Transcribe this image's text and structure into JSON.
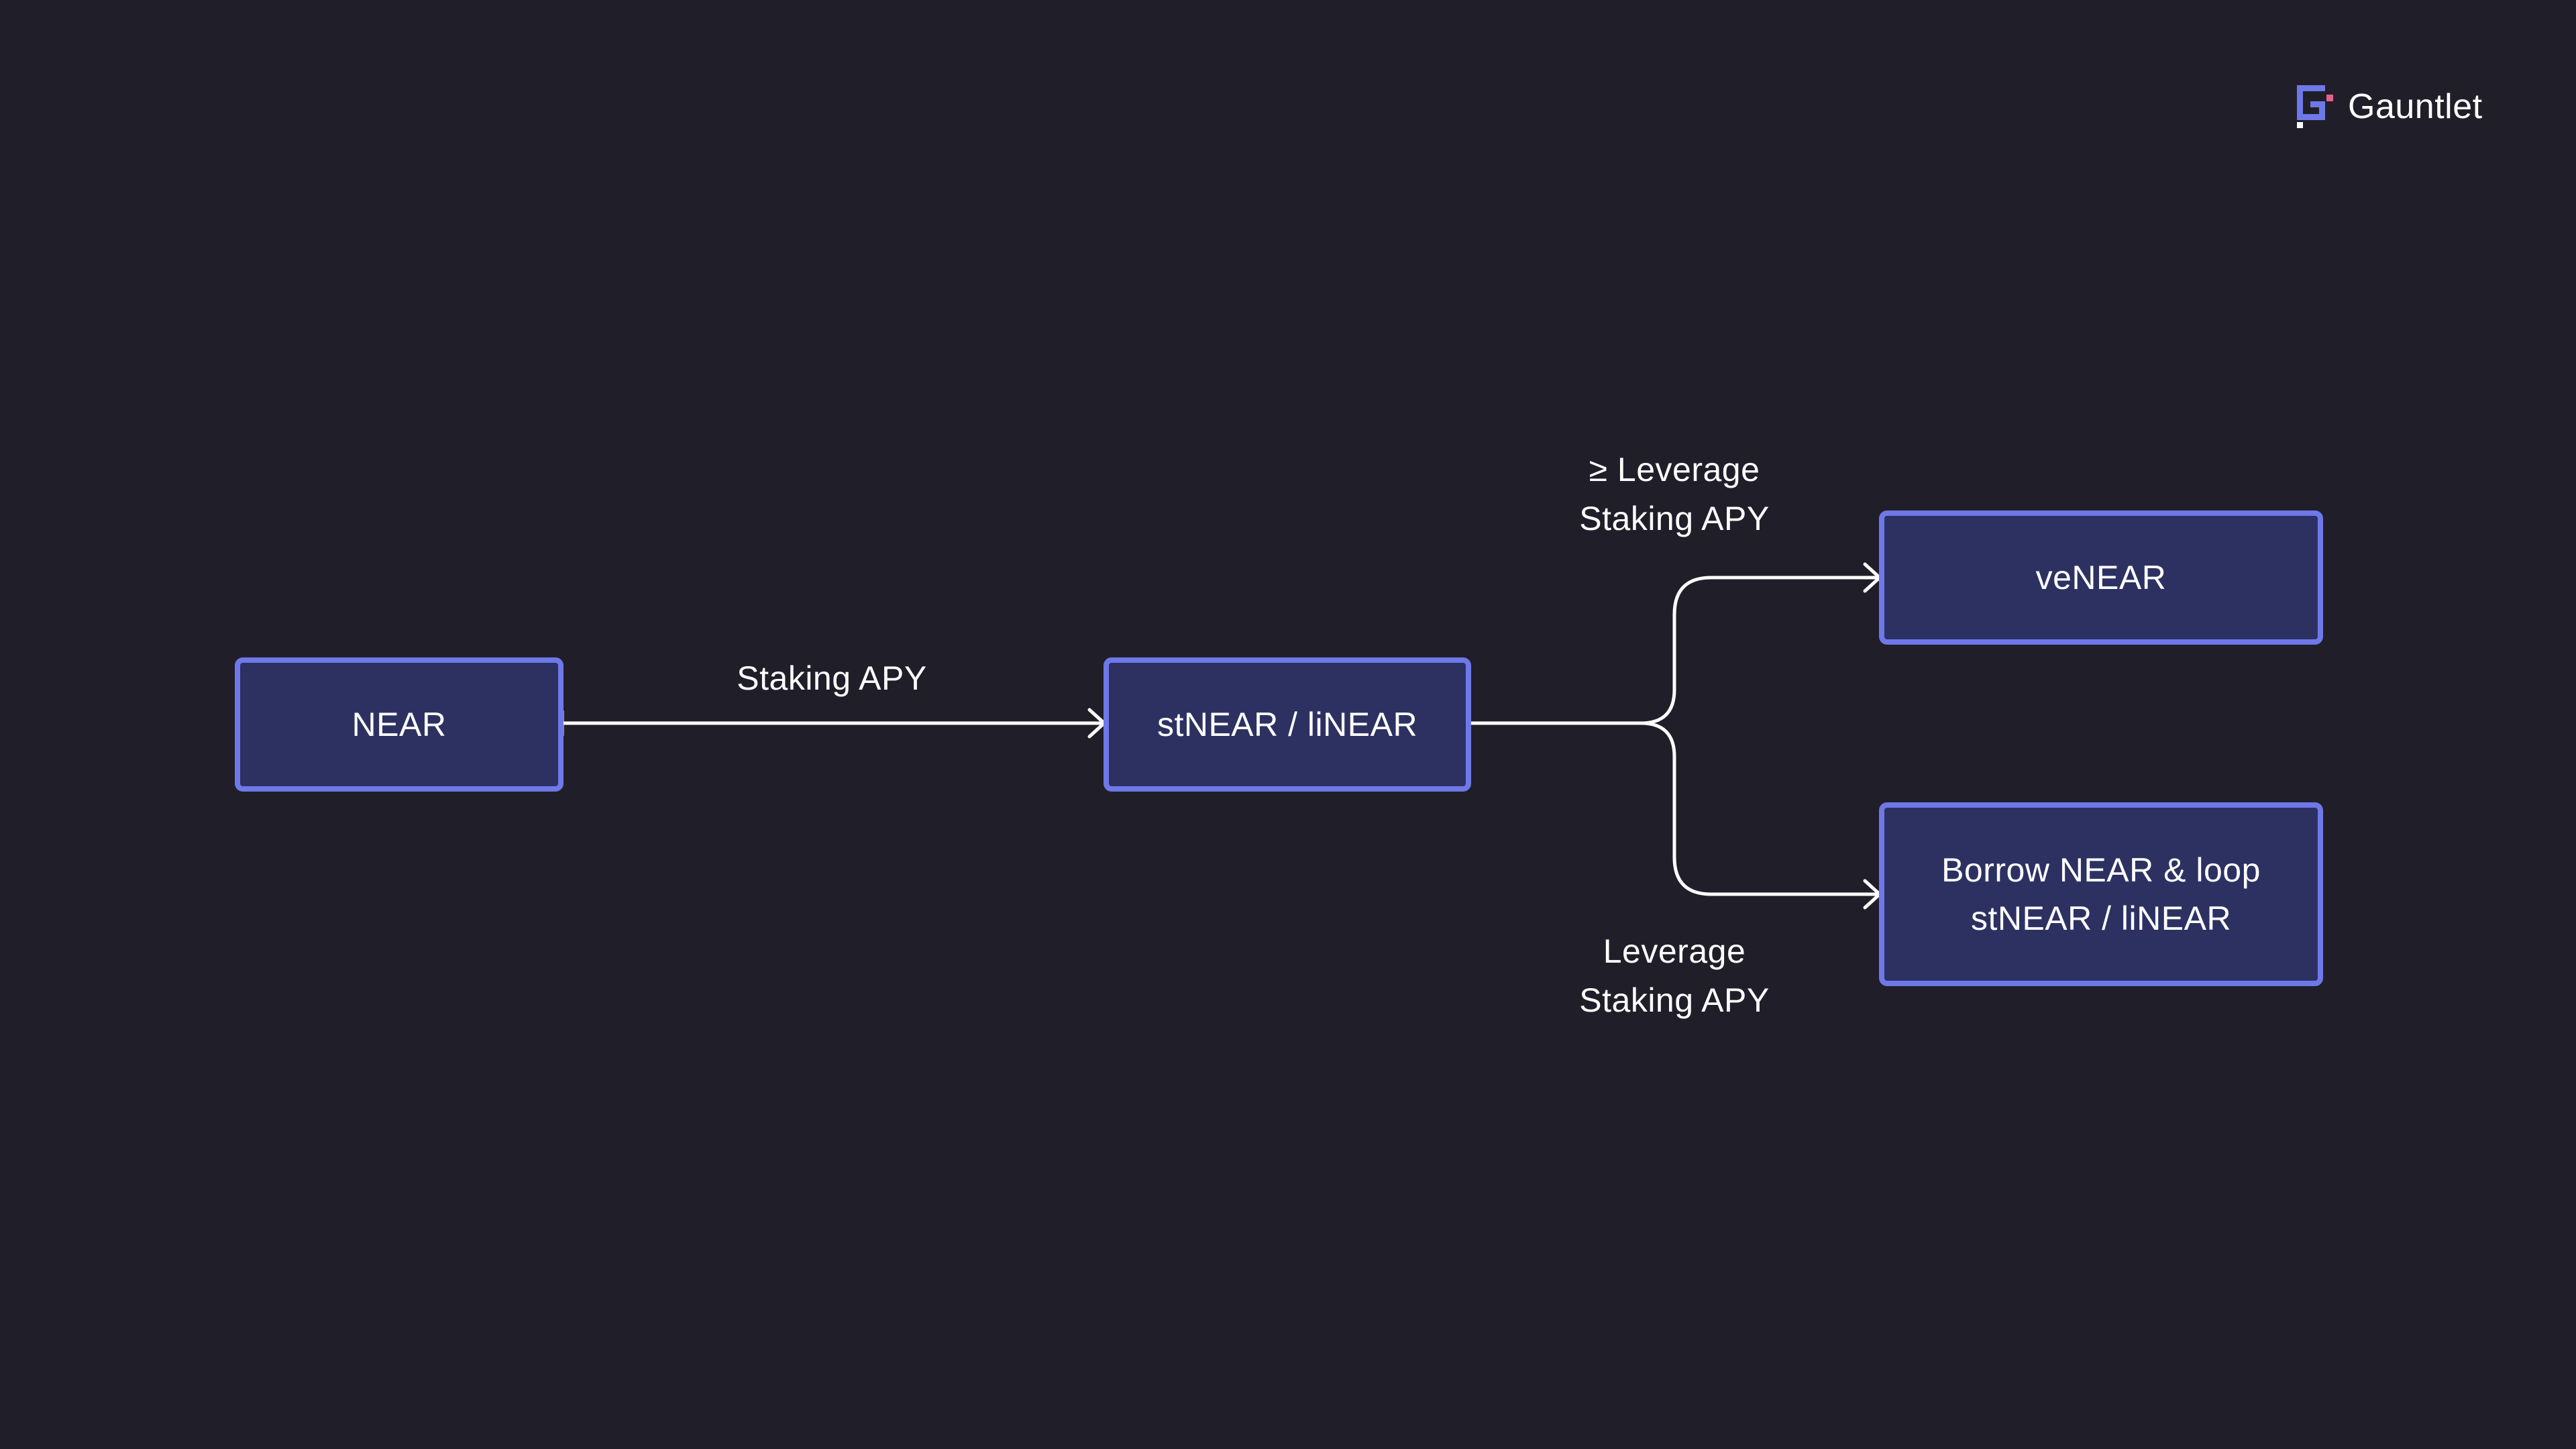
{
  "brand": {
    "name": "Gauntlet",
    "logo_icon": "gauntlet-logo-icon",
    "logo_color": "#6e78e8",
    "logo_accent_color": "#e85f8f"
  },
  "diagram": {
    "nodes": {
      "near": {
        "lines": [
          "NEAR"
        ]
      },
      "stnear": {
        "lines": [
          "stNEAR / liNEAR"
        ]
      },
      "venear": {
        "lines": [
          "veNEAR"
        ]
      },
      "borrow": {
        "lines": [
          "Borrow NEAR & loop",
          "stNEAR / liNEAR"
        ]
      }
    },
    "edges": {
      "near_to_stnear": {
        "label": "Staking APY"
      },
      "stnear_to_venear": {
        "label_lines": [
          "≥ Leverage",
          "Staking APY"
        ]
      },
      "stnear_to_borrow": {
        "label_lines": [
          "Leverage",
          "Staking APY"
        ]
      }
    },
    "colors": {
      "background": "#201f29",
      "node_fill": "#2d3162",
      "node_border": "#6e78e8",
      "connector": "#ffffff",
      "text": "#ffffff"
    }
  }
}
